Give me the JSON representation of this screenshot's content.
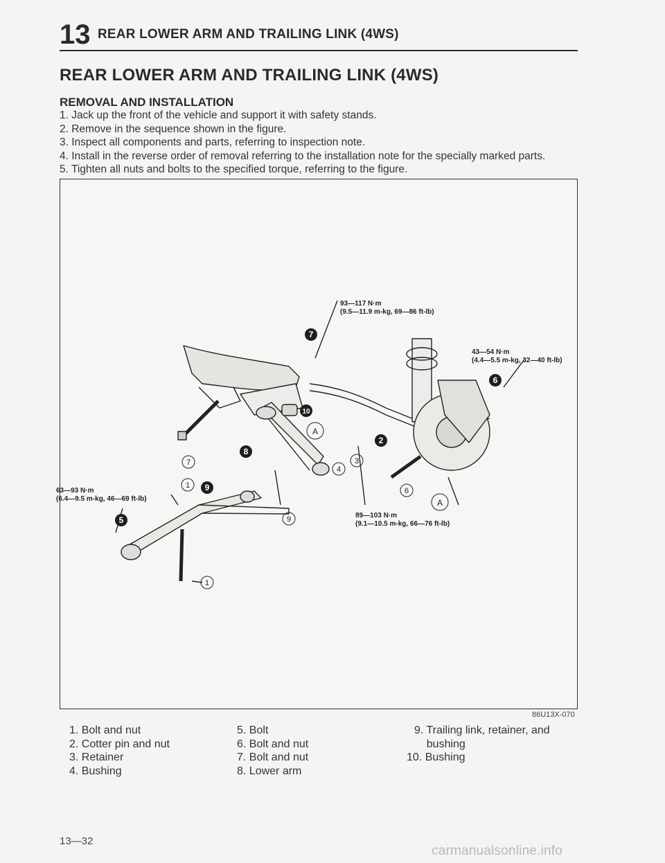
{
  "header": {
    "chapter": "13",
    "title": "REAR LOWER ARM AND TRAILING LINK (4WS)"
  },
  "page_heading": "REAR LOWER ARM AND TRAILING LINK (4WS)",
  "section": {
    "heading": "REMOVAL AND INSTALLATION",
    "steps": [
      "1. Jack up the front of the vehicle and support it with safety stands.",
      "2. Remove in the sequence shown in the figure.",
      "3. Inspect all components and parts, referring to inspection note.",
      "4. Install in the reverse order of removal referring to the installation note for the specially marked parts.",
      "5. Tighten all nuts and bolts to the specified torque, referring to the figure."
    ]
  },
  "figure": {
    "torques": {
      "t1": {
        "nm": "93—117 N·m",
        "alt": "(9.5—11.9 m-kg, 69—86 ft-lb)"
      },
      "t2": {
        "nm": "43—54 N·m",
        "alt": "(4.4—5.5 m-kg, 32—40 ft-lb)"
      },
      "t3": {
        "nm": "63—93 N·m",
        "alt": "(6.4—9.5 m-kg, 46—69 ft-lb)"
      },
      "t4": {
        "nm": "89—103 N·m",
        "alt": "(9.1—10.5 m-kg, 66—76 ft-lb)"
      }
    },
    "callouts": {
      "c7_solid": "7",
      "c9_solid": "9",
      "c6_solid": "6",
      "c10_solid": "10",
      "c8_solid": "8",
      "c2_solid": "2",
      "c5_solid": "5",
      "cA1": "A",
      "cA2": "A",
      "c3": "3",
      "c4": "4",
      "c6": "6",
      "c7": "7",
      "c1a": "1",
      "c9": "9",
      "c1b": "1"
    },
    "code": "86U13X-070"
  },
  "legend": {
    "col1": [
      "1. Bolt and nut",
      "2. Cotter pin and nut",
      "3. Retainer",
      "4. Bushing"
    ],
    "col2": [
      "5. Bolt",
      "6. Bolt and nut",
      "7. Bolt and nut",
      "8. Lower arm"
    ],
    "col3": [
      "9. Trailing link, retainer, and",
      "    bushing",
      "10. Bushing"
    ]
  },
  "page_number": "13—32",
  "watermark": "carmanualsonline.info"
}
